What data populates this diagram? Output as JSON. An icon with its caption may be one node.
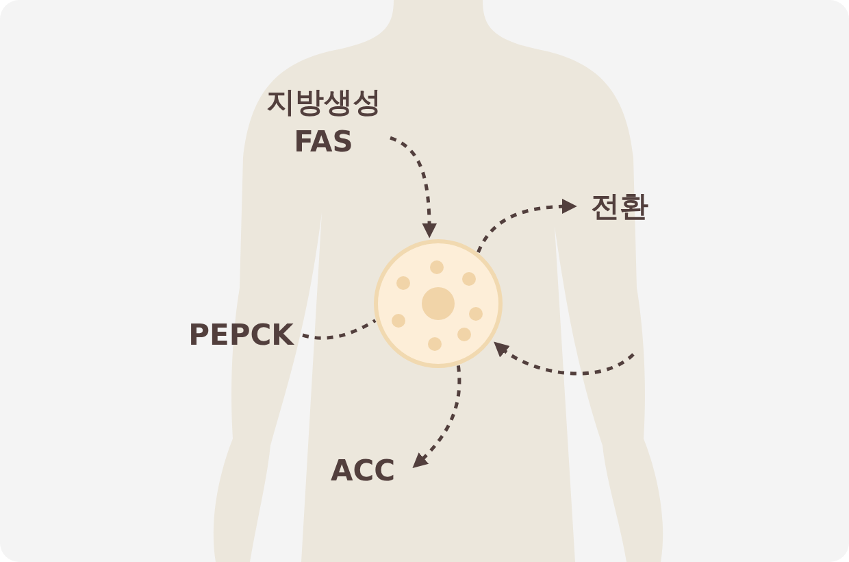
{
  "diagram": {
    "nodes": [
      {
        "text": [
          "지방생성 FAS"
        ]
      },
      {
        "text": [],
        "shape": "circle"
      },
      {
        "text": [
          "전환"
        ]
      },
      {
        "text": [
          "PEPCK"
        ]
      },
      {
        "text": [
          "ACC"
        ]
      }
    ],
    "edges": [
      {
        "from": 0,
        "to": 1,
        "arrow": "to",
        "style": "dashed"
      },
      {
        "from": 1,
        "to": 2,
        "arrow": "to",
        "style": "dashed"
      },
      {
        "from": 3,
        "to": 1,
        "arrow": "none",
        "style": "dashed"
      },
      {
        "from": null,
        "to": 1,
        "arrow": "to",
        "style": "dashed"
      },
      {
        "from": 1,
        "to": 4,
        "arrow": "to",
        "style": "dashed"
      }
    ]
  }
}
